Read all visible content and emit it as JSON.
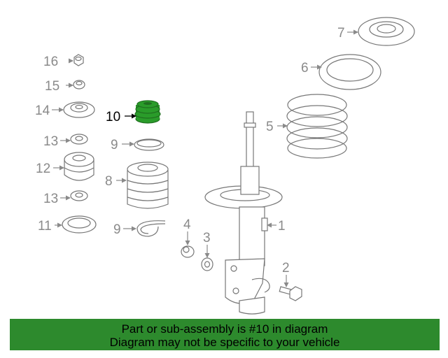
{
  "callouts": [
    {
      "id": "16",
      "label": "16"
    },
    {
      "id": "15",
      "label": "15"
    },
    {
      "id": "14",
      "label": "14"
    },
    {
      "id": "10",
      "label": "10"
    },
    {
      "id": "13a",
      "label": "13"
    },
    {
      "id": "9a",
      "label": "9"
    },
    {
      "id": "12",
      "label": "12"
    },
    {
      "id": "8",
      "label": "8"
    },
    {
      "id": "13b",
      "label": "13"
    },
    {
      "id": "11",
      "label": "11"
    },
    {
      "id": "9b",
      "label": "9"
    },
    {
      "id": "7",
      "label": "7"
    },
    {
      "id": "6",
      "label": "6"
    },
    {
      "id": "5",
      "label": "5"
    },
    {
      "id": "4",
      "label": "4"
    },
    {
      "id": "3",
      "label": "3"
    },
    {
      "id": "1",
      "label": "1"
    },
    {
      "id": "2",
      "label": "2"
    }
  ],
  "highlight_part": "10",
  "colors": {
    "highlight": "#2a9c2a",
    "banner": "#2d8a2d",
    "line": "#777777",
    "label": "#8a8a8a"
  },
  "banner": {
    "line1": "Part or sub-assembly is #10 in diagram",
    "line2": "Diagram may not be specific to your vehicle"
  }
}
